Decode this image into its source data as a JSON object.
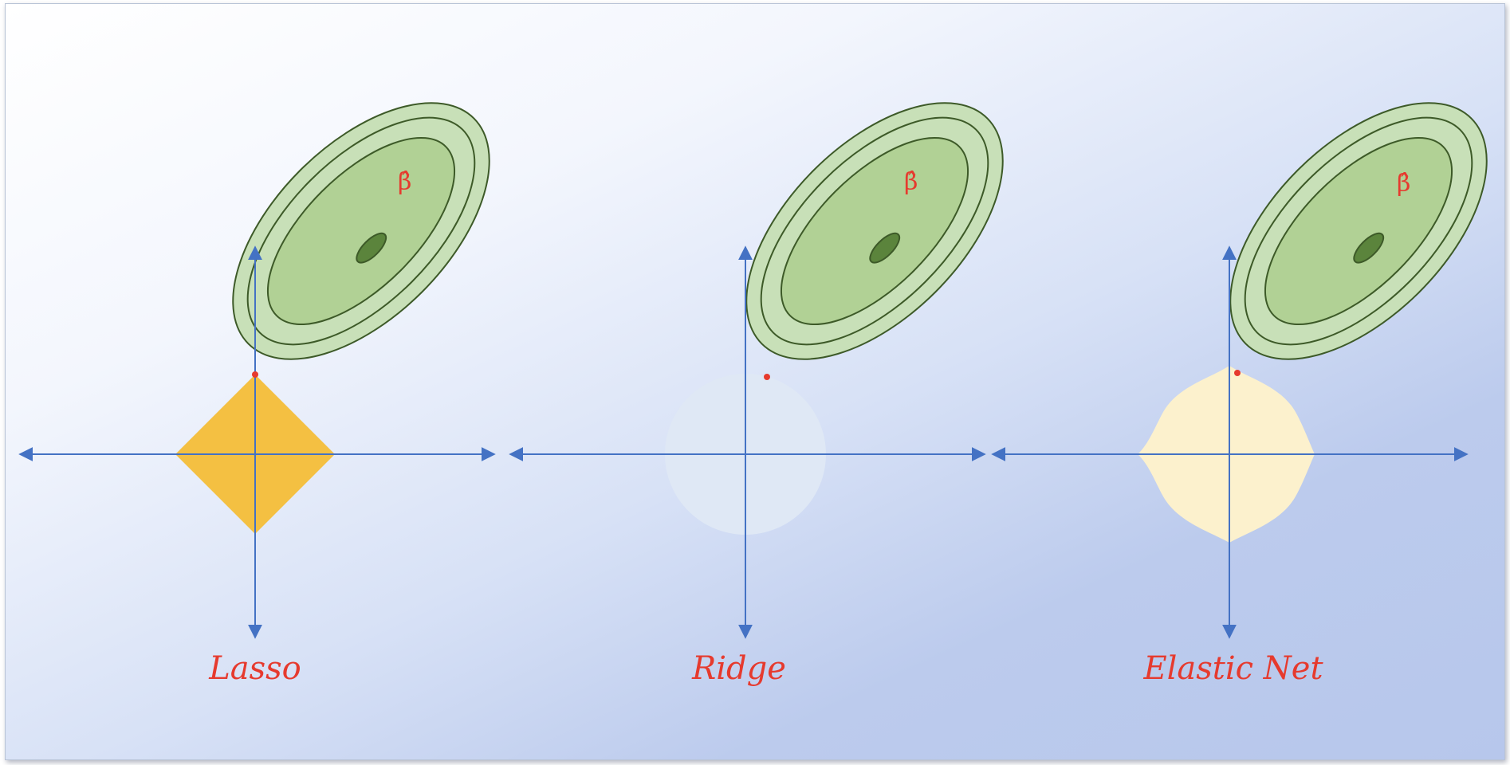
{
  "panels": [
    {
      "label": "Lasso",
      "constraint": "diamond",
      "estimate_symbol": "β̂"
    },
    {
      "label": "Ridge",
      "constraint": "circle",
      "estimate_symbol": "β̂"
    },
    {
      "label": "Elastic Net",
      "constraint": "rounded-diamond",
      "estimate_symbol": "β̂"
    }
  ],
  "colors": {
    "axis": "#4472c4",
    "label": "#e63a2e",
    "ellipse_outer": "#c8e0b8",
    "ellipse_inner": "#b1d195",
    "ellipse_core": "#5b843c",
    "ellipse_stroke": "#3d5a28",
    "lasso_fill": "#f4c042",
    "ridge_fill": "#dfe8f5",
    "elastic_fill": "#fcf1cd",
    "touch_point": "#e63a2e"
  }
}
